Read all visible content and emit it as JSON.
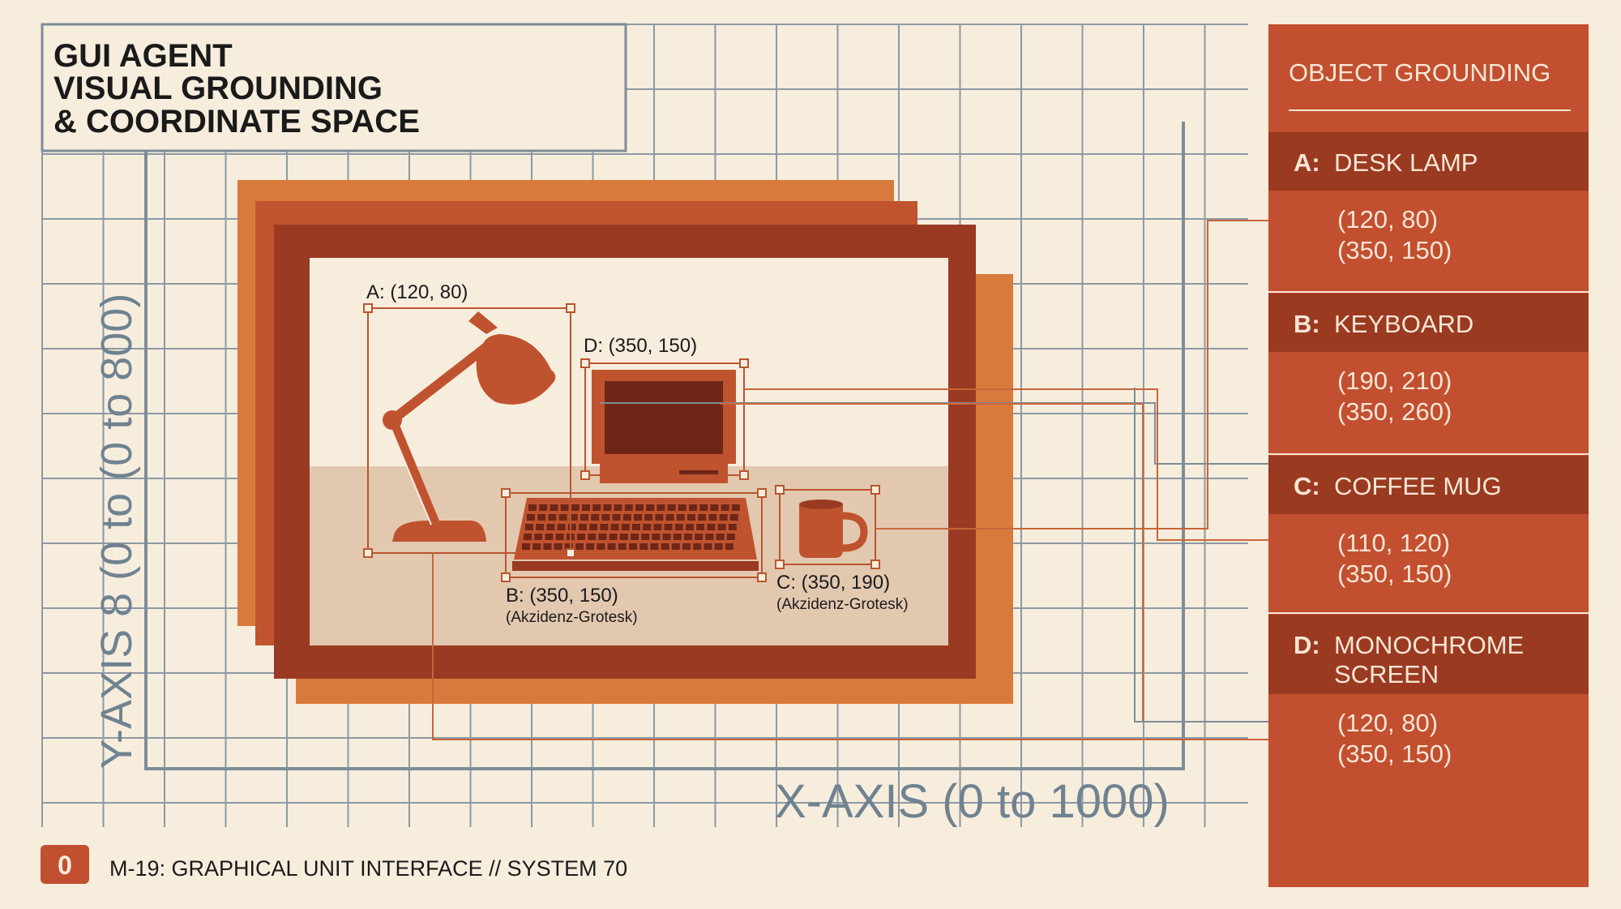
{
  "title": {
    "line1": "GUI AGENT",
    "line2": "VISUAL GROUNDING",
    "line3": "& COORDINATE SPACE"
  },
  "axes": {
    "y_label": "Y-AXIS 8 (0 to (0 to 800)",
    "x_label": "X-AXIS (0 to 1000)"
  },
  "scene_labels": {
    "a": "A: (120, 80)",
    "d": "D: (350, 150)",
    "b": "B: (350, 150)",
    "b_font": "(Akzidenz-Grotesk)",
    "c": "C: (350, 190)",
    "c_font": "(Akzidenz-Grotesk)"
  },
  "footer": {
    "badge_glyph": "0",
    "text": "M-19: GRAPHICAL UNIT INTERFACE // SYSTEM 70"
  },
  "panel": {
    "title": "OBJECT GROUNDING",
    "items": [
      {
        "letter": "A:",
        "label": "DESK LAMP",
        "label2": "",
        "coord1": "(120, 80)",
        "coord2": "(350, 150)"
      },
      {
        "letter": "B:",
        "label": "KEYBOARD",
        "label2": "",
        "coord1": "(190, 210)",
        "coord2": "(350, 260)"
      },
      {
        "letter": "C:",
        "label": "COFFEE MUG",
        "label2": "",
        "coord1": "(110, 120)",
        "coord2": "(350, 150)"
      },
      {
        "letter": "D:",
        "label": "MONOCHROME",
        "label2": "SCREEN",
        "coord1": "(120, 80)",
        "coord2": "(350, 150)"
      }
    ]
  },
  "colors": {
    "background": "#f7eddd",
    "grid": "#8c99a3",
    "panel": "#c24f2f",
    "panel_header": "#9a3a20",
    "frame_dark": "#9b3a22",
    "frame_orange": "#d97a3d",
    "frame_mid": "#c2532f",
    "object": "#c0532f",
    "text_dark": "#1a1a1a",
    "text_light": "#f8e6d6"
  },
  "icons": [
    "desk-lamp-icon",
    "monitor-icon",
    "keyboard-icon",
    "mug-icon"
  ]
}
